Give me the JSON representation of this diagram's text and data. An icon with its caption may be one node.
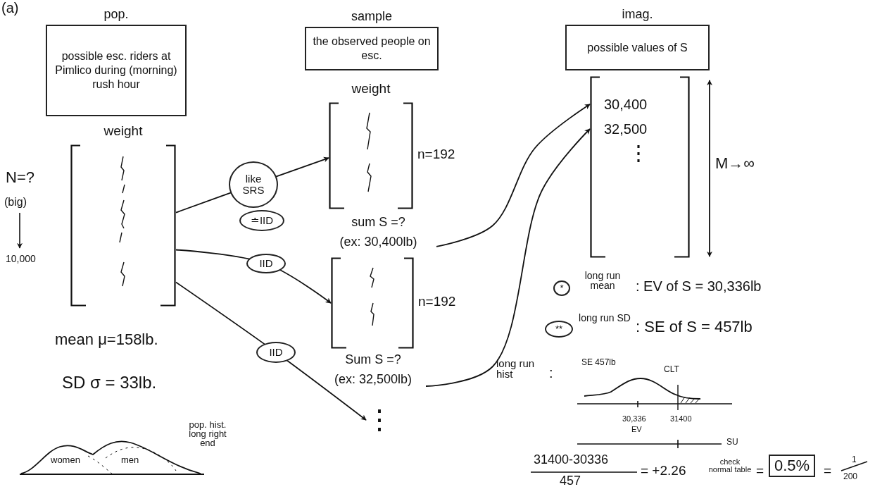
{
  "diagram": {
    "nodes": [
      {
        "text": [
          "pop.",
          "possible esc. riders at Pimlico during (morning) rush hour"
        ]
      },
      {
        "text": [
          "weight"
        ]
      },
      {
        "text": [
          "sample",
          "the observed people on esc."
        ]
      },
      {
        "text": [
          "weight"
        ],
        "beside": [
          "n=192"
        ]
      },
      {
        "text": [
          "sum S =?",
          "(ex: 30,400lb)"
        ]
      },
      {
        "text": [],
        "shape": "box",
        "beside": [
          "n=192"
        ]
      },
      {
        "text": [
          "Sum S =?",
          "(ex: 32,500lb)"
        ]
      },
      {
        "text": [
          "⋮"
        ]
      },
      {
        "text": [
          "imag.",
          "possible values of S"
        ]
      },
      {
        "text": [],
        "shape": "box"
      },
      {
        "text": [
          "30,400"
        ],
        "in": 9
      },
      {
        "text": [
          "32,500"
        ],
        "in": 9
      }
    ],
    "edges": [
      {
        "from": 1,
        "to": 3,
        "arrow": "to",
        "label": "like SRS"
      },
      {
        "from": 1,
        "to": 5,
        "arrow": "to",
        "label": "IID"
      },
      {
        "from": 1,
        "to": 7,
        "arrow": "to",
        "label": "IID"
      },
      {
        "from": 4,
        "to": 10,
        "arrow": "to"
      },
      {
        "from": 6,
        "to": 11,
        "arrow": "to"
      }
    ],
    "labels": [
      "(a)",
      "N=?",
      "(big)",
      "10,000",
      "≐IID",
      "mean μ=158lb.",
      "SD σ = 33lb.",
      "women",
      "men",
      "pop. hist. long right end",
      "M→∞",
      "⋮",
      "*",
      "long run mean",
      ": EV of S = 30,336lb",
      "**",
      "long run SD",
      ": SE of S = 457lb",
      "long run hist",
      ":",
      "SE 457lb",
      "CLT",
      "30,336",
      "EV",
      "31400",
      "SU",
      "31400-30336",
      "457",
      "= +2.26",
      "check normal table",
      "=",
      "0.5%",
      "=",
      "1",
      "200"
    ]
  }
}
